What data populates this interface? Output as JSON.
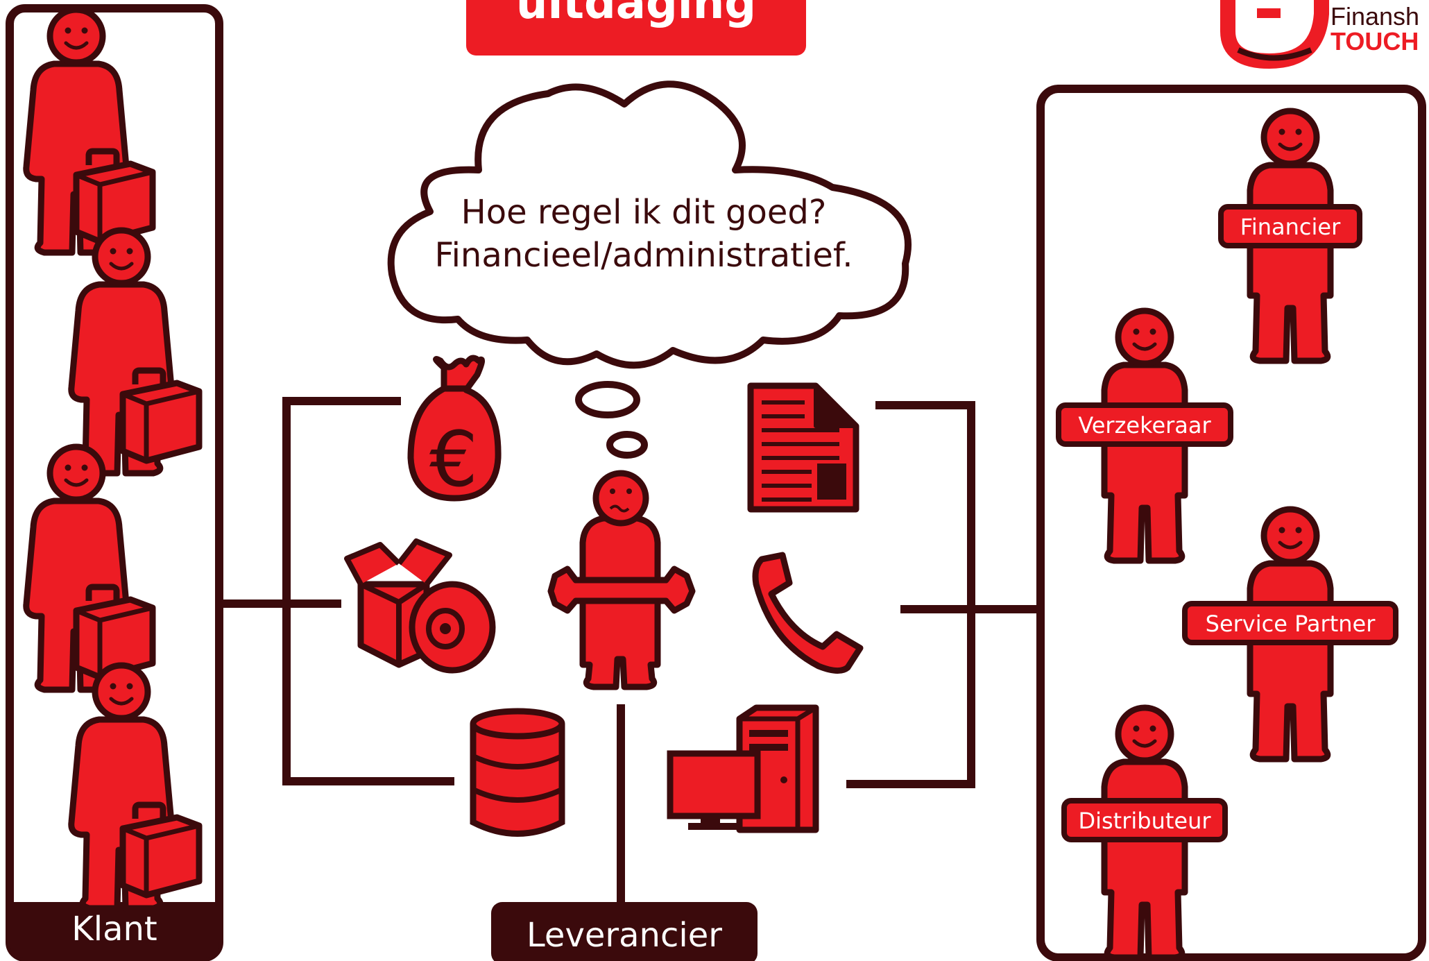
{
  "title_banner": "uitdaging",
  "logo": {
    "name_line1": "Finansh",
    "name_line2": "TOUCH",
    "brand_color": "#ed1c24",
    "dark_color": "#3b0a0c"
  },
  "thought": {
    "line1": "Hoe regel ik dit goed?",
    "line2": "Financieel/administratief."
  },
  "klant_label": "Klant",
  "leverancier_label": "Leverancier",
  "partners": [
    {
      "label": "Financier"
    },
    {
      "label": "Verzekeraar"
    },
    {
      "label": "Service Partner"
    },
    {
      "label": "Distributeur"
    }
  ],
  "icons": [
    "money-bag-icon",
    "box-disc-icon",
    "database-icon",
    "document-icon",
    "phone-icon",
    "computer-icon",
    "worker-wrench-icon"
  ],
  "colors": {
    "red": "#ed1c24",
    "dark": "#3b0a0c",
    "white": "#ffffff"
  }
}
